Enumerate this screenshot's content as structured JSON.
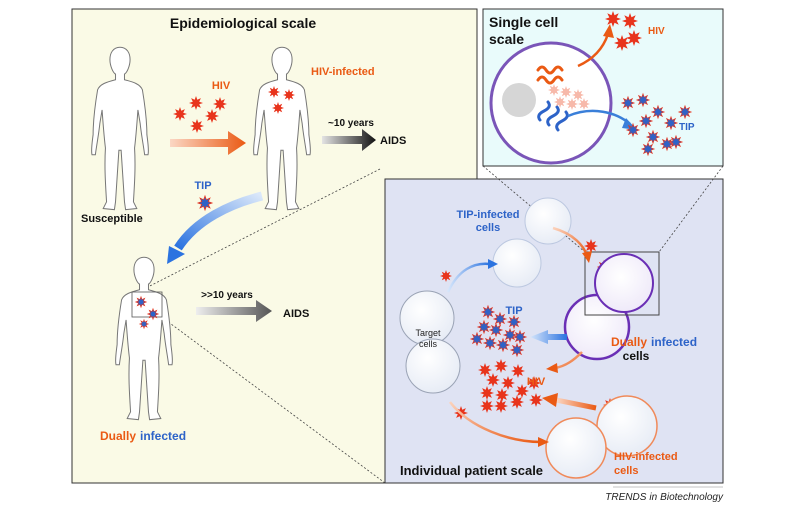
{
  "colors": {
    "hiv_red": "#e8341c",
    "hiv_orange": "#ea5a14",
    "tip_blue": "#2d63c8",
    "tip_arrow": "#3a7fd9",
    "dual_purple": "#6a2fb5",
    "epi_bg": "#fafae6",
    "cell_bg": "#e9fbfb",
    "patient_bg": "#dfe3f3"
  },
  "epidemiological": {
    "title": "Epidemiological scale",
    "hiv": "HIV",
    "hiv_infected": "HIV-infected",
    "years": "~10 years",
    "aids": "AIDS",
    "tip": "TIP",
    "susceptible": "Susceptible",
    "dually_word": "Dually",
    "infected_word": "infected",
    "years2": ">>10 years",
    "aids2": "AIDS"
  },
  "single_cell": {
    "title_line1": "Single cell",
    "title_line2": "scale",
    "hiv": "HIV",
    "tip": "TIP"
  },
  "patient": {
    "title": "Individual patient scale",
    "tip_infected_line1": "TIP-infected",
    "tip_infected_line2": "cells",
    "tip": "TIP",
    "target_line1": "Target",
    "target_line2": "cells",
    "dually_word": "Dually",
    "infected_word": "infected",
    "cells": "cells",
    "hiv": "HIV",
    "hiv_infected_line1": "HIV-infected",
    "hiv_infected_line2": "cells"
  },
  "credit": {
    "journal": "TRENDS",
    "in_word": "in",
    "field": "Biotechnology"
  }
}
